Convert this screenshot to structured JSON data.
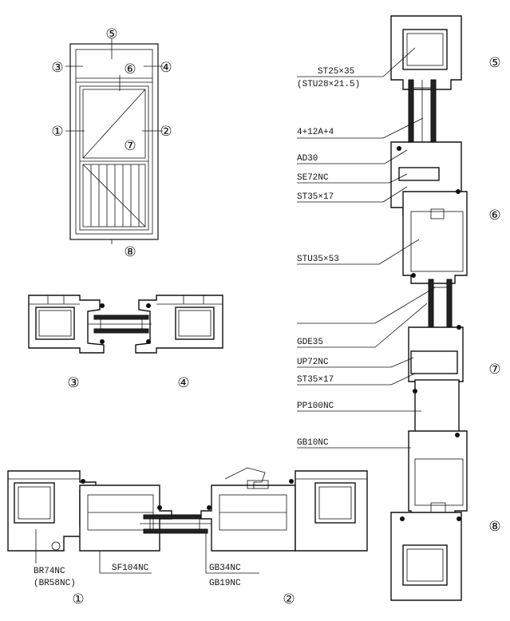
{
  "markers": [
    "⑤",
    "③",
    "⑥",
    "④",
    "①",
    "②",
    "⑦",
    "⑧"
  ],
  "sections": {
    "s34": {
      "left": "③",
      "right": "④"
    },
    "s12": {
      "left": "①",
      "right": "②"
    },
    "vertical": [
      "⑤",
      "⑥",
      "⑦",
      "⑧"
    ]
  },
  "labels": {
    "st25x35": "ST25×35",
    "stu28": "(STU28×21.5)",
    "glass_spec": "4+12A+4",
    "ad30": "AD30",
    "se72nc": "SE72NC",
    "st35x17a": "ST35×17",
    "stu35x53": "STU35×53",
    "gde35": "GDE35",
    "up72nc": "UP72NC",
    "st35x17b": "ST35×17",
    "pp100nc": "PP100NC",
    "gb10nc": "GB10NC",
    "br74nc": "BR74NC",
    "br58nc": "(BR58NC)",
    "sf104nc": "SF104NC",
    "gb34nc": "GB34NC",
    "gb19nc": "GB19NC"
  }
}
